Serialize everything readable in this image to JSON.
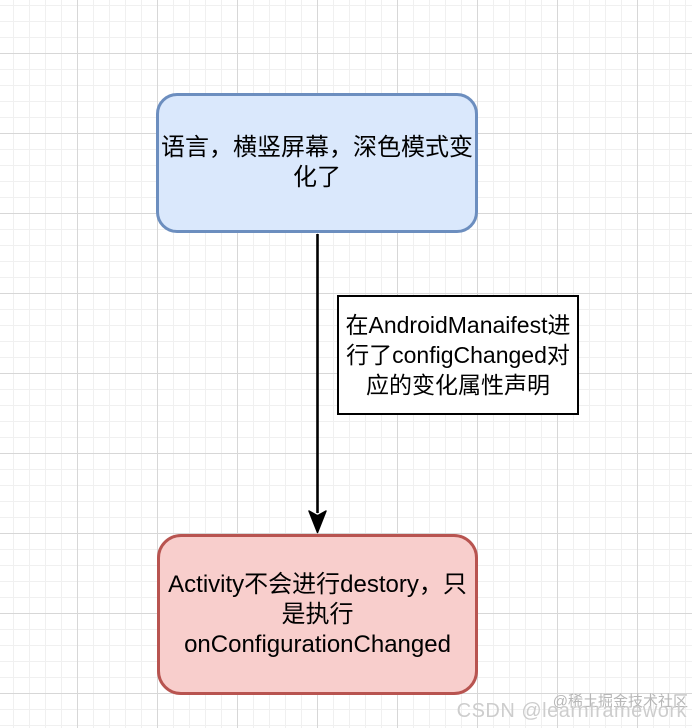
{
  "diagram": {
    "nodes": [
      {
        "id": "config-change-trigger",
        "text": "语言，横竖屏幕，深色模式变\n化了",
        "fill": "#dae8fc",
        "stroke": "#6c8ebf"
      },
      {
        "id": "activity-result",
        "text": "Activity不会进行destory，只\n是执行\nonConfigurationChanged",
        "fill": "#f8cecc",
        "stroke": "#b85450"
      }
    ],
    "edge": {
      "label": "在AndroidManaifest进\n行了configChanged对\n应的变化属性声明",
      "label_fill": "#ffffff",
      "label_stroke": "#000000",
      "color": "#000000"
    }
  },
  "watermarks": {
    "juejin": "@稀土掘金技术社区",
    "csdn": "CSDN @learnframework"
  },
  "canvas": {
    "background": "#ffffff",
    "grid_minor_color": "#f0f0f0",
    "grid_major_color": "#d7d7d7"
  }
}
